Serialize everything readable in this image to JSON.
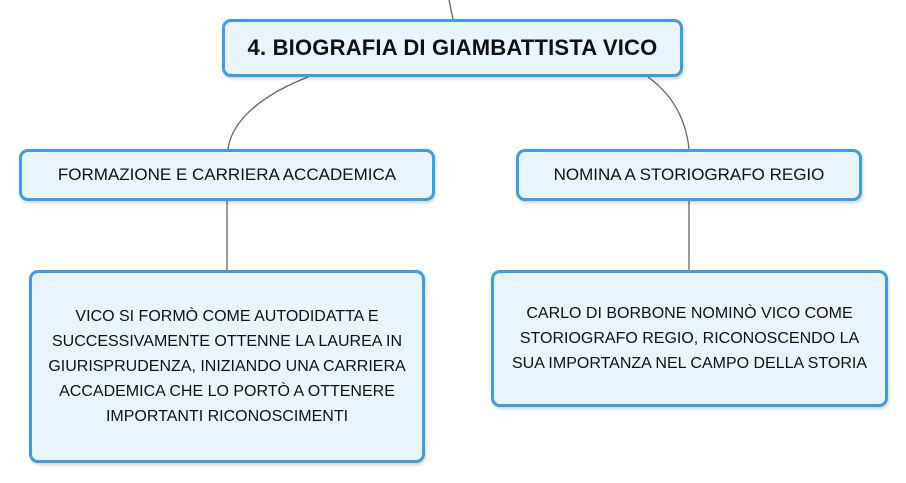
{
  "root": {
    "label": "4. BIOGRAFIA DI GIAMBATTISTA VICO"
  },
  "branches": [
    {
      "label": "FORMAZIONE E CARRIERA ACCADEMICA",
      "detail": "VICO SI FORMÒ COME AUTODIDATTA E SUCCESSIVAMENTE OTTENNE LA LAUREA IN GIURISPRUDENZA, INIZIANDO UNA CARRIERA ACCADEMICA CHE LO PORTÒ A OTTENERE IMPORTANTI RICONOSCIMENTI"
    },
    {
      "label": "NOMINA A STORIOGRAFO REGIO",
      "detail": "CARLO DI BORBONE NOMINÒ VICO COME STORIOGRAFO REGIO, RICONOSCENDO LA SUA IMPORTANZA NEL CAMPO DELLA STORIA"
    }
  ],
  "colors": {
    "node_fill": "#eaf4fd",
    "node_border": "#3a9ee4",
    "connector": "#666666"
  }
}
